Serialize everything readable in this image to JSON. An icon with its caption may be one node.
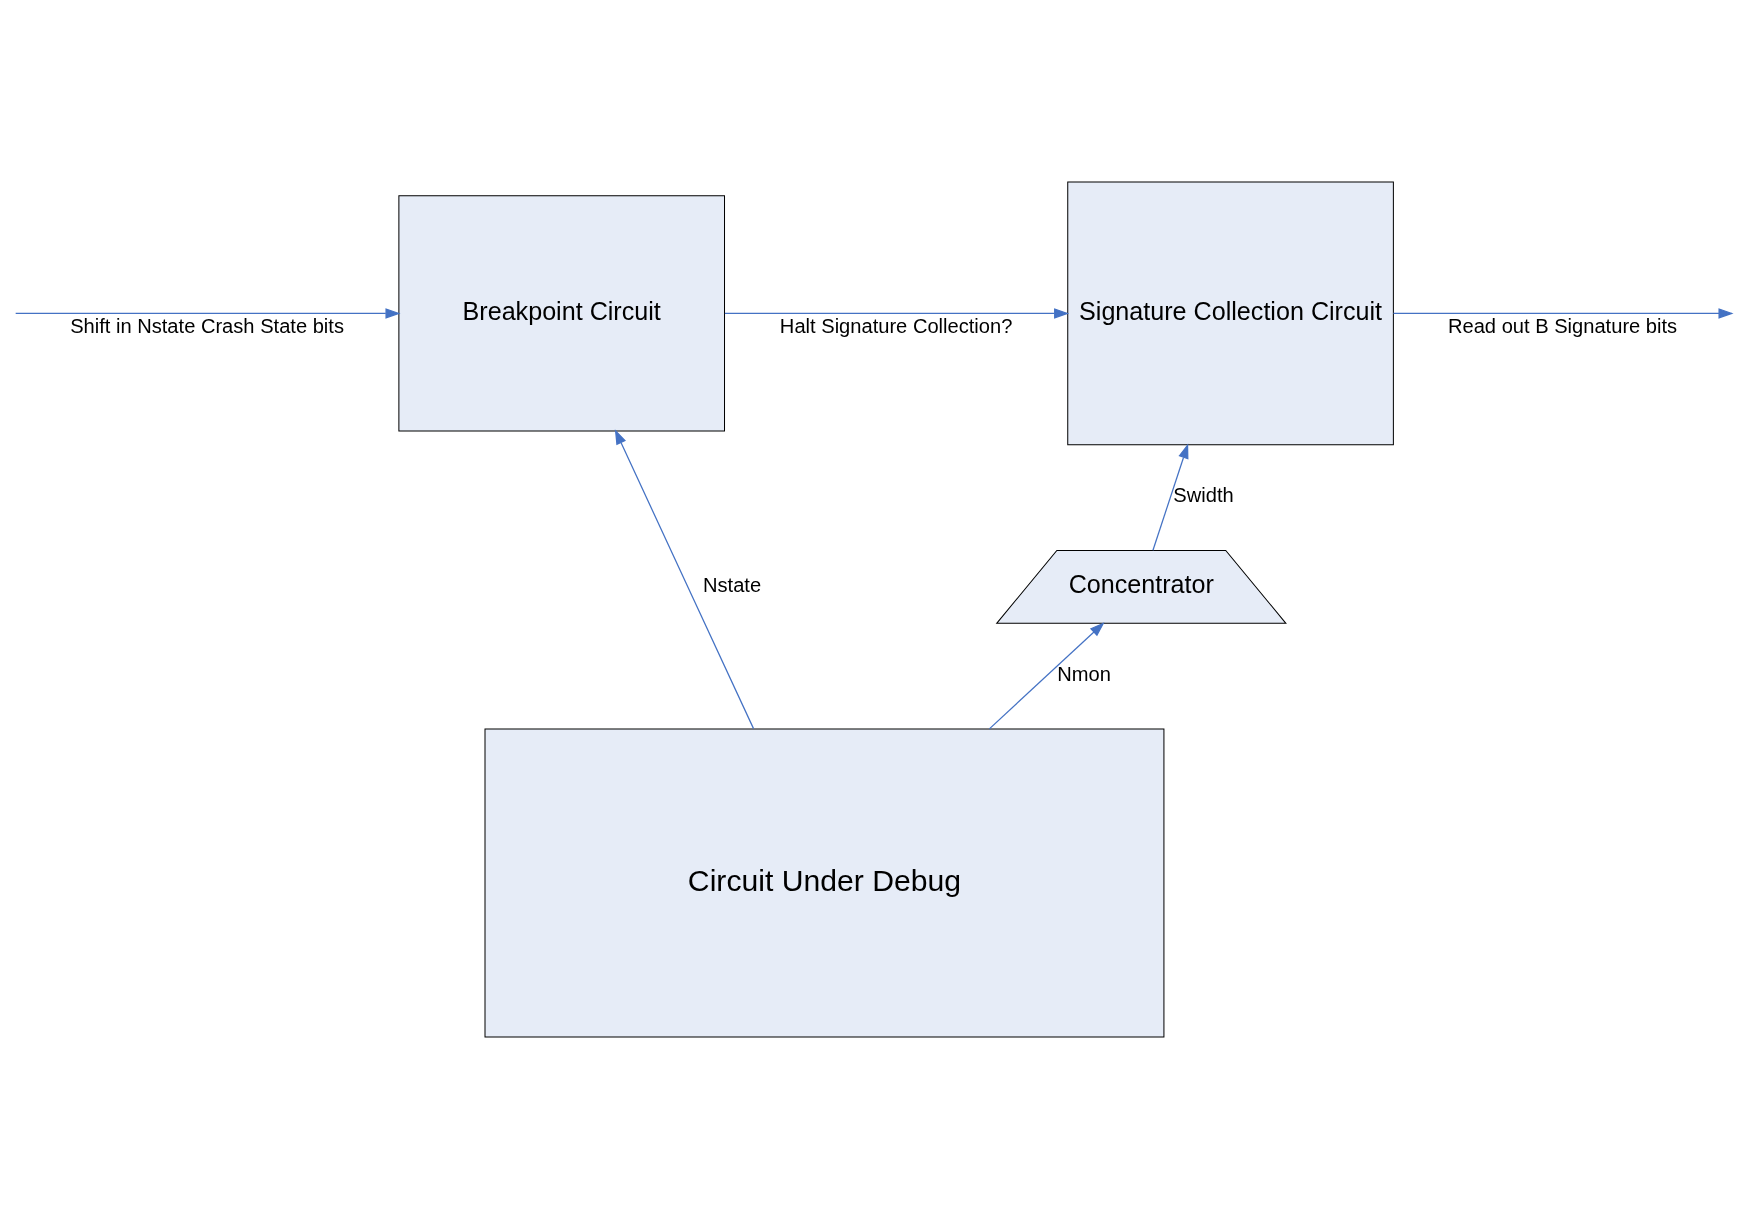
{
  "diagram": {
    "nodes": [
      {
        "text": [
          "Breakpoint Circuit"
        ]
      },
      {
        "text": [
          "Signature Collection Circuit"
        ]
      },
      {
        "text": [
          "Concentrator"
        ]
      },
      {
        "text": [
          "Circuit Under Debug"
        ]
      }
    ],
    "edges": [
      {
        "from": null,
        "to": 0,
        "arrow": "to",
        "label": "Shift in Nstate Crash State bits"
      },
      {
        "from": 0,
        "to": 1,
        "arrow": "to",
        "label": "Halt Signature Collection?"
      },
      {
        "from": 1,
        "to": null,
        "arrow": "to",
        "label": "Read out B Signature bits"
      },
      {
        "from": 3,
        "to": 0,
        "arrow": "to",
        "label": "Nstate"
      },
      {
        "from": 2,
        "to": 1,
        "arrow": "to",
        "label": "Swidth"
      },
      {
        "from": 3,
        "to": 2,
        "arrow": "to",
        "label": "Nmon"
      }
    ]
  }
}
